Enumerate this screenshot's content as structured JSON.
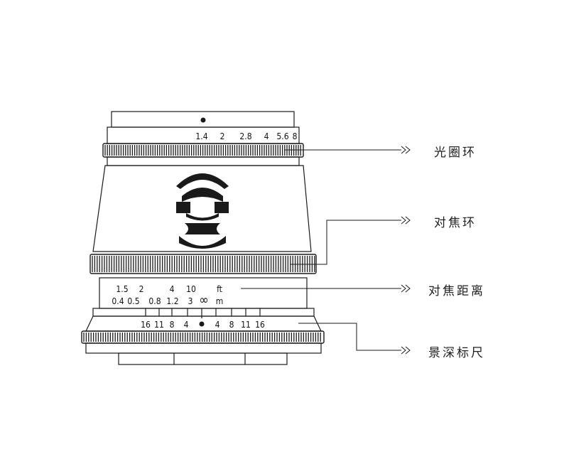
{
  "aperture_scale": [
    "1.4",
    "2",
    "2.8",
    "4",
    "5.6",
    "8"
  ],
  "distance_scale": {
    "feet": [
      "1.5",
      "2",
      "4",
      "10"
    ],
    "feet_unit": "ft",
    "meters": [
      "0.4",
      "0.5",
      "0.8",
      "1.2",
      "3",
      "∞"
    ],
    "meters_unit": "m"
  },
  "dof_scale": {
    "left": [
      "16",
      "11",
      "8",
      "4"
    ],
    "right": [
      "4",
      "8",
      "11",
      "16"
    ]
  },
  "callouts": {
    "aperture_ring": "光圈环",
    "focus_ring": "对焦环",
    "focus_distance": "对焦距离",
    "dof_scale": "景深标尺"
  },
  "colors": {
    "line": "#1a1a1a",
    "background": "#ffffff"
  }
}
